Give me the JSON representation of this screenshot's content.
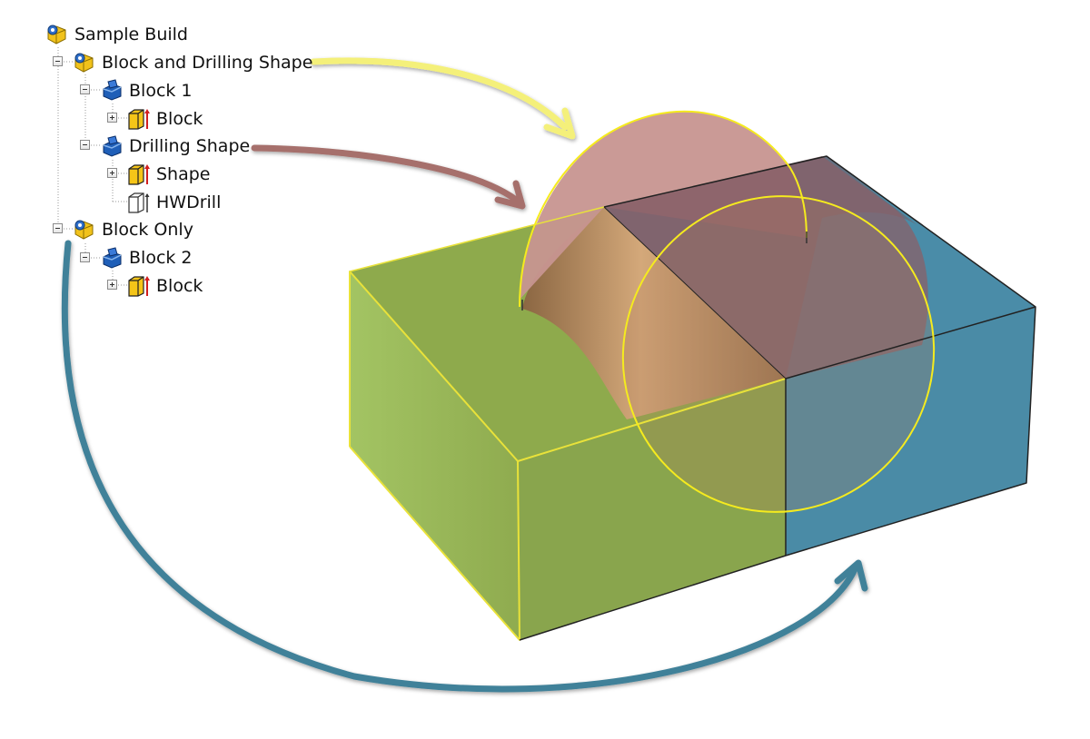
{
  "tree": {
    "root": {
      "label": "Sample Build",
      "icon": "build-group-icon"
    },
    "group1": {
      "label": "Block and Drilling Shape",
      "icon": "build-group-icon",
      "state": "expanded"
    },
    "block1": {
      "label": "Block 1",
      "icon": "feature-icon",
      "state": "expanded"
    },
    "block1_child": {
      "label": "Block",
      "icon": "block-extrude-icon",
      "state": "collapsed"
    },
    "drilling": {
      "label": "Drilling Shape",
      "icon": "feature-icon",
      "state": "expanded"
    },
    "drilling_shape": {
      "label": "Shape",
      "icon": "block-extrude-icon",
      "state": "collapsed"
    },
    "drilling_hw": {
      "label": "HWDrill",
      "icon": "hole-outline-icon"
    },
    "group2": {
      "label": "Block Only",
      "icon": "build-group-icon",
      "state": "expanded"
    },
    "block2": {
      "label": "Block 2",
      "icon": "feature-icon",
      "state": "expanded"
    },
    "block2_child": {
      "label": "Block",
      "icon": "block-extrude-icon",
      "state": "collapsed"
    }
  },
  "colors": {
    "block_green": "#8DA84D",
    "block_blue": "#4B8CA8",
    "cylinder_pink": "#C48F8C",
    "edge_yellow": "#F5EB1E",
    "arrow_yellow": "#F4F07A",
    "arrow_pink": "#A6706C",
    "arrow_blue": "#3F8199"
  }
}
